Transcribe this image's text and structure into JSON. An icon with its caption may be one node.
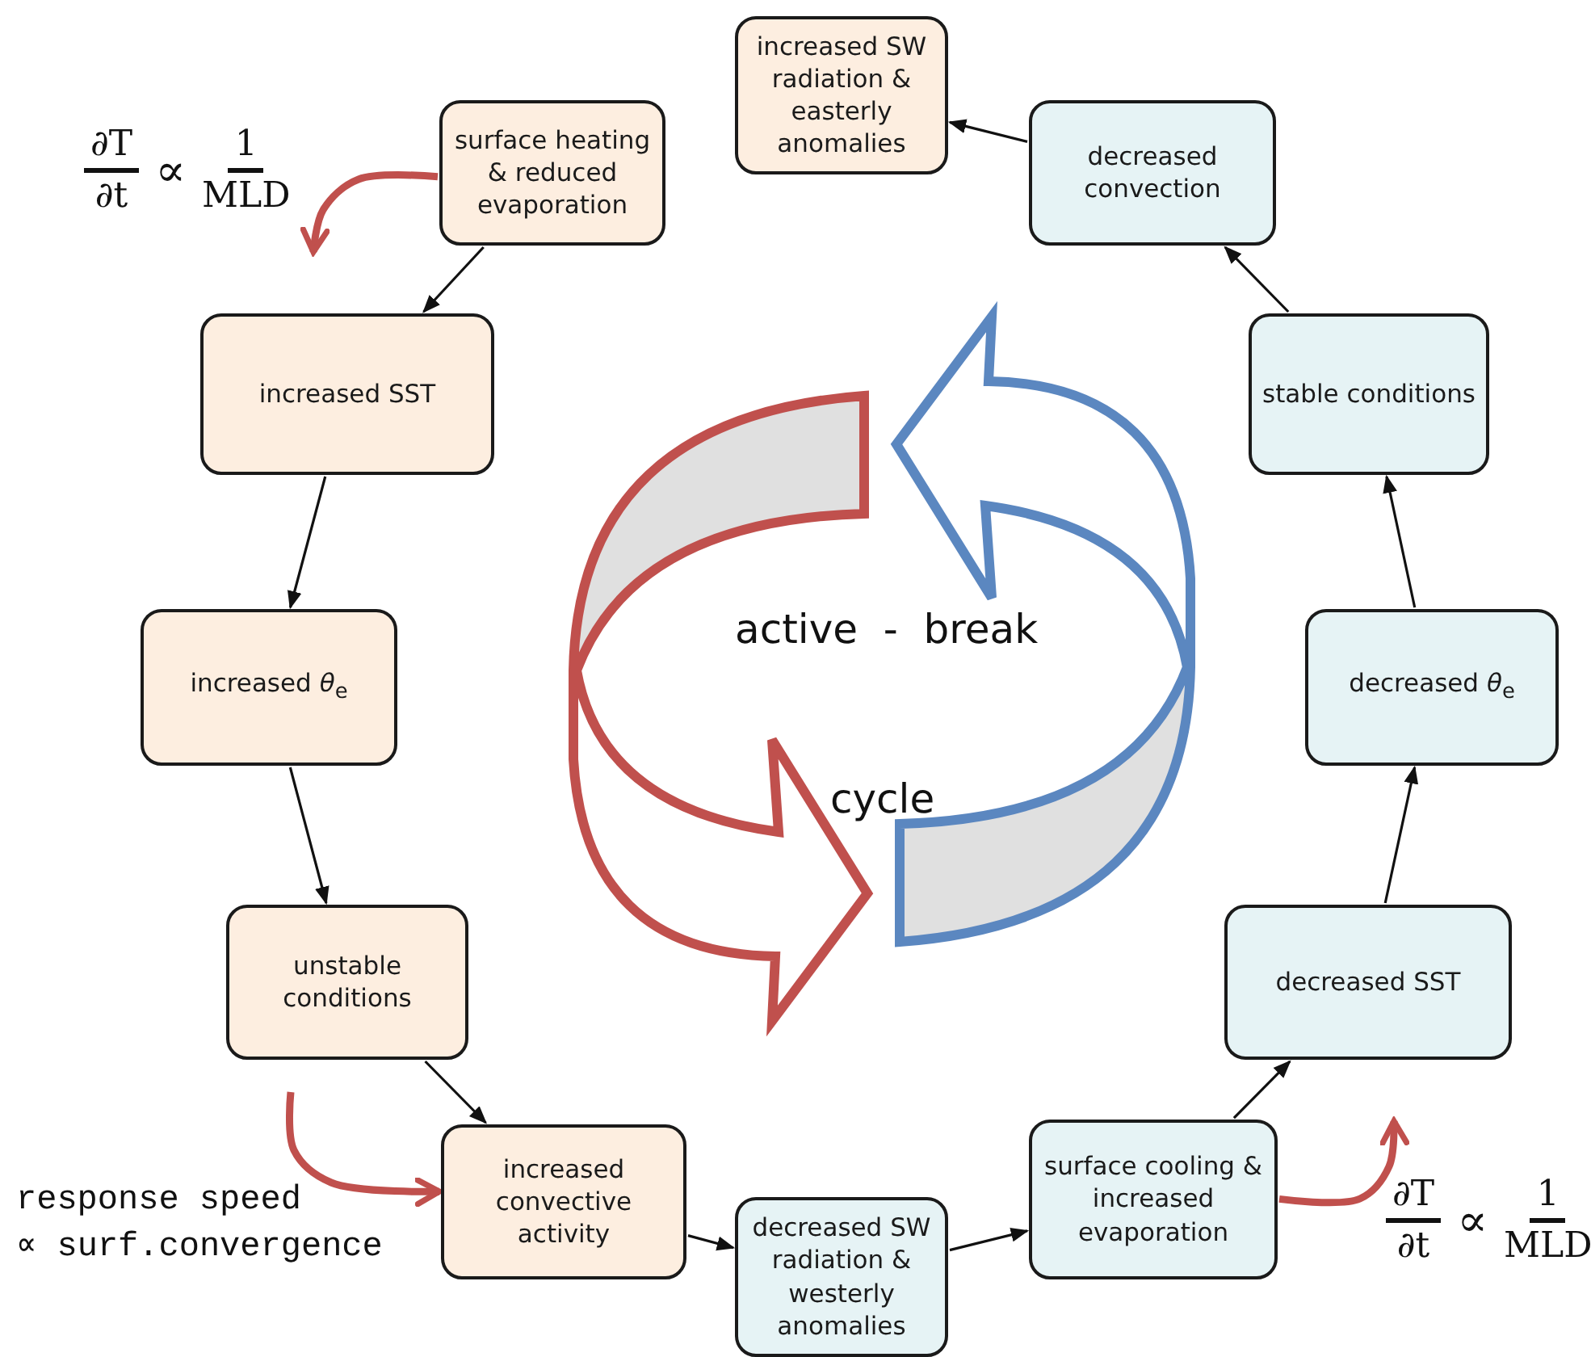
{
  "diagram": {
    "nodes": [
      {
        "text": [
          "surface heating & reduced evaporation"
        ]
      },
      {
        "text": [
          "increased SST"
        ]
      },
      {
        "text": [
          "increased *θ*$_{e}$"
        ]
      },
      {
        "text": [
          "unstable conditions"
        ]
      },
      {
        "text": [
          "increased convective activity"
        ]
      },
      {
        "text": [
          "decreased SW radiation & westerly anomalies"
        ]
      },
      {
        "text": [
          "surface cooling & increased evaporation"
        ]
      },
      {
        "text": [
          "decreased SST"
        ]
      },
      {
        "text": [
          "decreased *θ*$_{e}$"
        ]
      },
      {
        "text": [
          "stable conditions"
        ]
      },
      {
        "text": [
          "decreased convection"
        ]
      },
      {
        "text": [
          "increased SW radiation & easterly anomalies"
        ]
      }
    ],
    "edges": [
      {
        "from": 0,
        "to": 1,
        "arrow": "to"
      },
      {
        "from": 1,
        "to": 2,
        "arrow": "to"
      },
      {
        "from": 2,
        "to": 3,
        "arrow": "to"
      },
      {
        "from": 3,
        "to": 4,
        "arrow": "to"
      },
      {
        "from": 4,
        "to": 5,
        "arrow": "to"
      },
      {
        "from": 5,
        "to": 6,
        "arrow": "to"
      },
      {
        "from": 6,
        "to": 7,
        "arrow": "to"
      },
      {
        "from": 7,
        "to": 8,
        "arrow": "to"
      },
      {
        "from": 8,
        "to": 9,
        "arrow": "to"
      },
      {
        "from": 9,
        "to": 10,
        "arrow": "to"
      },
      {
        "from": 10,
        "to": 11,
        "arrow": "to"
      },
      {
        "from": 0,
        "to": null,
        "arrow": "to",
        "style": "thick",
        "color": "#c0504d"
      },
      {
        "from": null,
        "to": 4,
        "arrow": "to",
        "style": "thick",
        "color": "#c0504d"
      },
      {
        "from": 6,
        "to": null,
        "arrow": "to",
        "style": "thick",
        "color": "#c0504d"
      }
    ],
    "labels": [
      "∂T",
      "∂t",
      "∝",
      "1",
      "MLD",
      "active  -  break",
      "cycle",
      "response speed",
      "∝ surf.convergence",
      "∂T",
      "∂t",
      "∝",
      "1",
      "MLD"
    ]
  }
}
